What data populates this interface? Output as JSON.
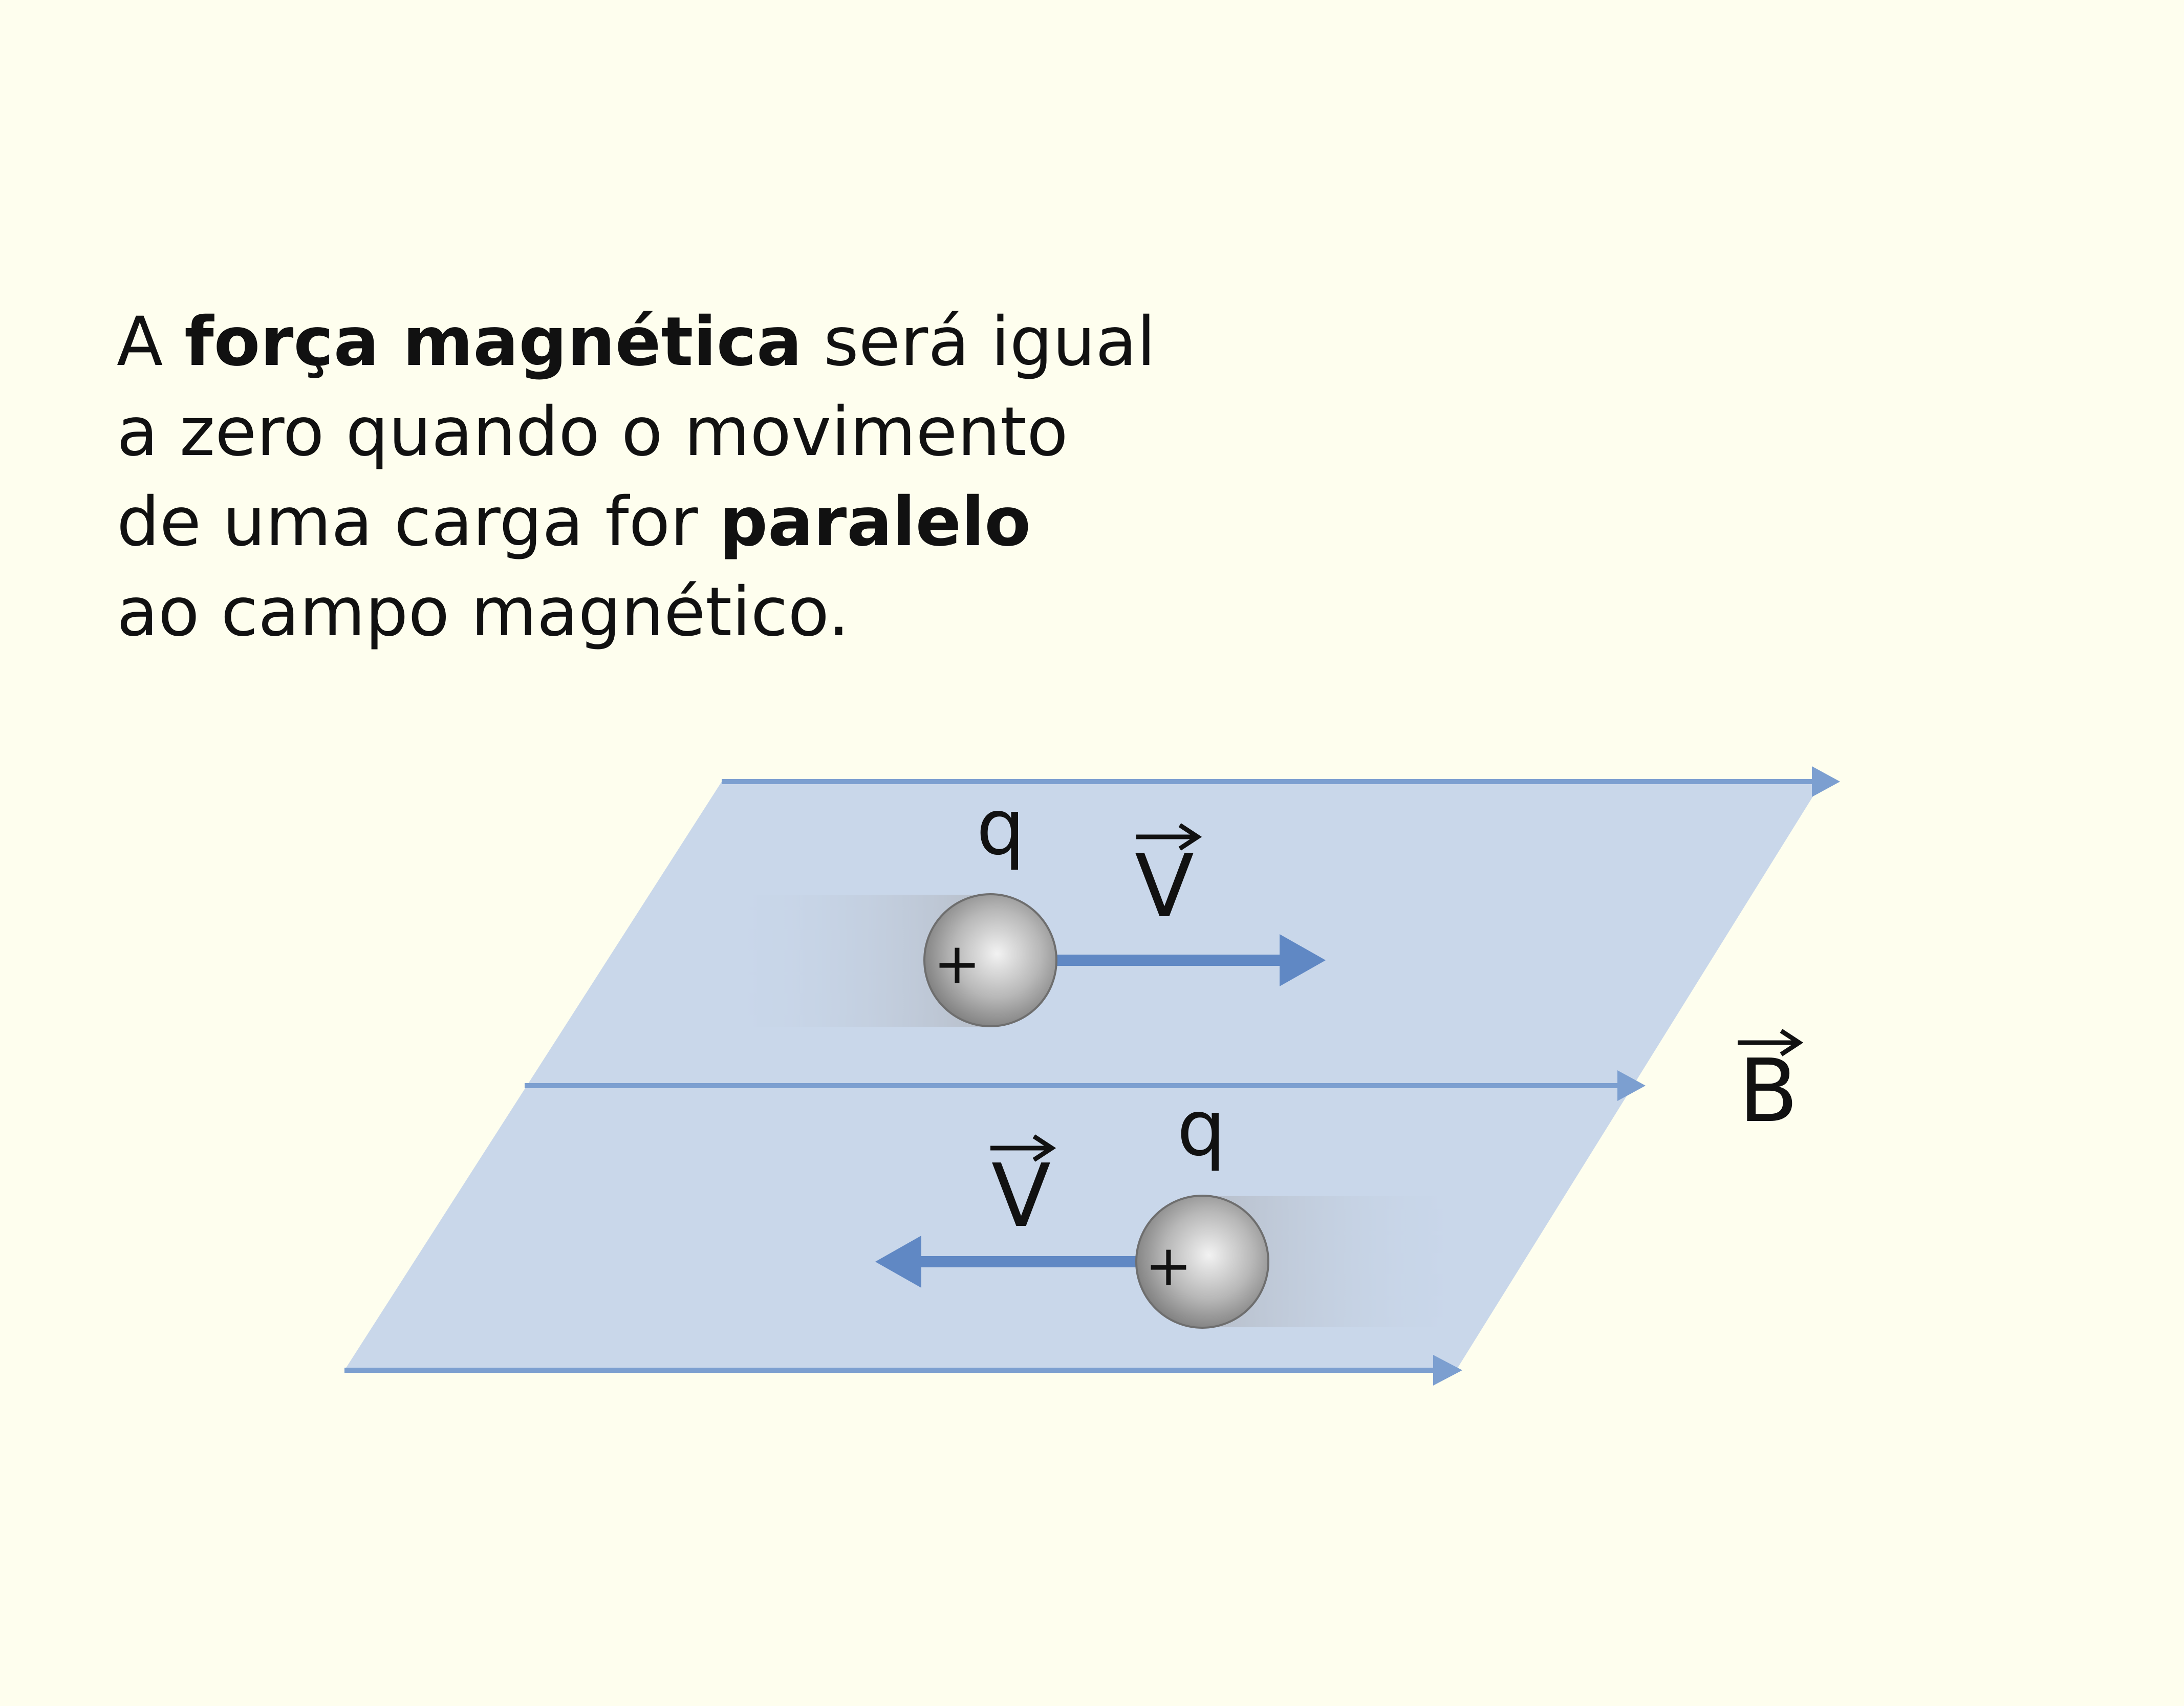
{
  "caption": {
    "line1_pre": "A ",
    "line1_bold": "força magnética",
    "line1_post": " será igual",
    "line2": "a zero quando o movimento",
    "line3_pre": "de uma carga for ",
    "line3_bold": "paralelo",
    "line4": "ao campo magnético."
  },
  "diagram": {
    "charge_label": "q",
    "charge_sign": "+",
    "velocity_label": "V",
    "field_label": "B"
  },
  "colors": {
    "background": "#fefeee",
    "plane_fill": "#c9d7ea",
    "field_line": "#7c9fd0",
    "velocity_arrow": "#6088c4",
    "charge": "#9a9a9a",
    "text": "#111111"
  }
}
